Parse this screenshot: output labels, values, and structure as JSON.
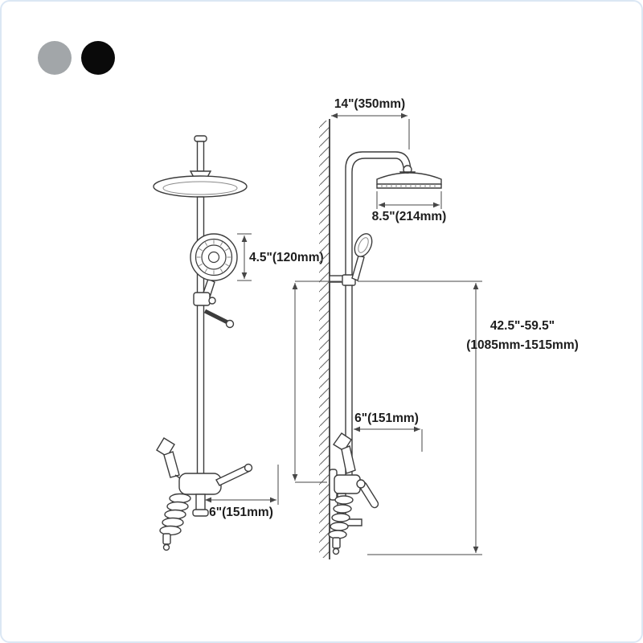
{
  "card": {
    "background": "#ffffff",
    "border_color": "#dbe7f4"
  },
  "swatches": [
    {
      "label": "gray option",
      "color": "#a2a6a9"
    },
    {
      "label": "black option",
      "color": "#0a0a0a"
    }
  ],
  "drawing": {
    "line_color": "#3c3c3c",
    "views": [
      "front-view",
      "side-view"
    ]
  },
  "dimensions": {
    "arm_reach": "14\"(350mm)",
    "head_width": "8.5\"(214mm)",
    "hand_shower_height": "4.5\"(120mm)",
    "height_range_in": "42.5\"-59.5\"",
    "height_range_mm": "(1085mm-1515mm)",
    "valve_reach_side": "6\"(151mm)",
    "valve_reach_front": "6\"(151mm)"
  }
}
